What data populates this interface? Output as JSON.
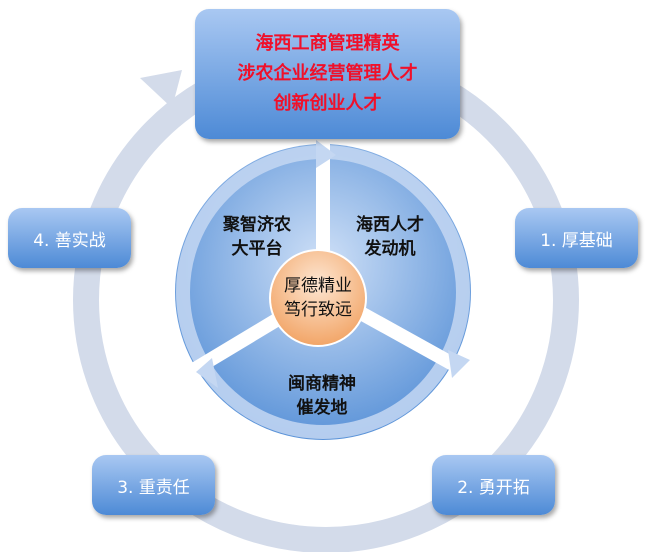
{
  "top_box": {
    "lines": [
      "海西工商管理精英",
      "涉农企业经营管理人才",
      "创新创业人才"
    ]
  },
  "steps": [
    {
      "label": "1. 厚基础"
    },
    {
      "label": "2. 勇开拓"
    },
    {
      "label": "3. 重责任"
    },
    {
      "label": "4. 善实战"
    }
  ],
  "sectors": [
    {
      "lines": [
        "海西人才",
        "发动机"
      ]
    },
    {
      "lines": [
        "闽商精神",
        "催发地"
      ]
    },
    {
      "lines": [
        "聚智济农",
        "大平台"
      ]
    }
  ],
  "center": {
    "lines": [
      "厚德精业",
      "笃行致远"
    ]
  },
  "colors": {
    "ring": "#d3dbea",
    "sector_light": "#a9c8f2",
    "sector_dark": "#4d8ad6",
    "title_text": "#f0102a",
    "center": "#f7b98a"
  }
}
